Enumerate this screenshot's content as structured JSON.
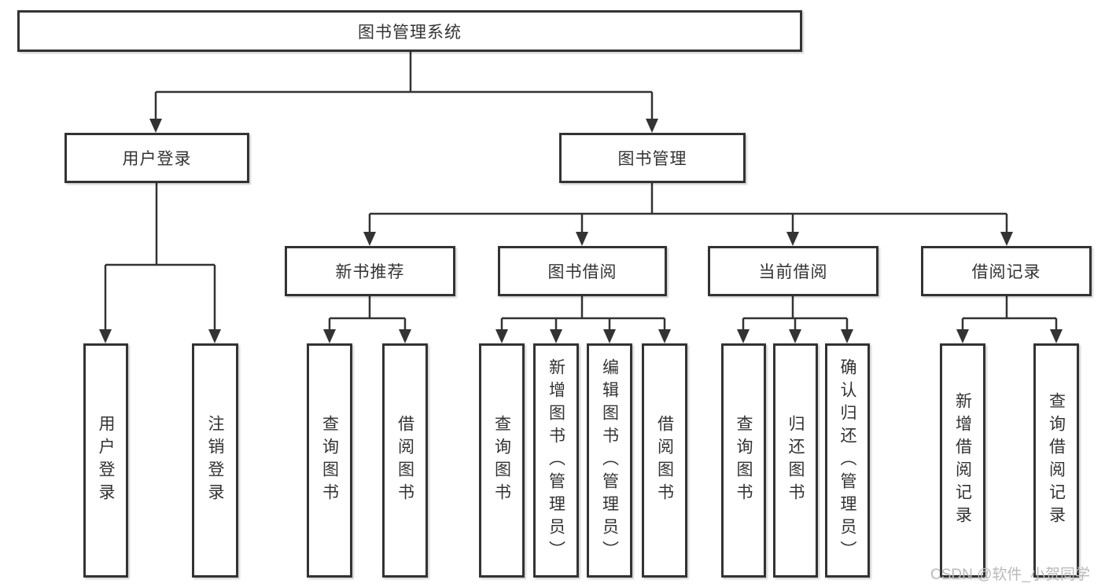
{
  "tree": {
    "label": "图书管理系统",
    "children": [
      {
        "label": "用户登录",
        "children": [
          {
            "label": "用户登录"
          },
          {
            "label": "注销登录"
          }
        ]
      },
      {
        "label": "图书管理",
        "children": [
          {
            "label": "新书推荐",
            "children": [
              {
                "label": "查询图书"
              },
              {
                "label": "借阅图书"
              }
            ]
          },
          {
            "label": "图书借阅",
            "children": [
              {
                "label": "查询图书"
              },
              {
                "label": "新增图书（管理员）"
              },
              {
                "label": "编辑图书（管理员）"
              },
              {
                "label": "借阅图书"
              }
            ]
          },
          {
            "label": "当前借阅",
            "children": [
              {
                "label": "查询图书"
              },
              {
                "label": "归还图书"
              },
              {
                "label": "确认归还（管理员）"
              }
            ]
          },
          {
            "label": "借阅记录",
            "children": [
              {
                "label": "新增借阅记录"
              },
              {
                "label": "查询借阅记录"
              }
            ]
          }
        ]
      }
    ]
  },
  "watermark": {
    "text": "CSDN @软件_小贺同学"
  },
  "colors": {
    "line": "#333333",
    "box_border": "#333333",
    "text": "#333333",
    "watermark": "#b9b9b9",
    "background": "#ffffff"
  }
}
